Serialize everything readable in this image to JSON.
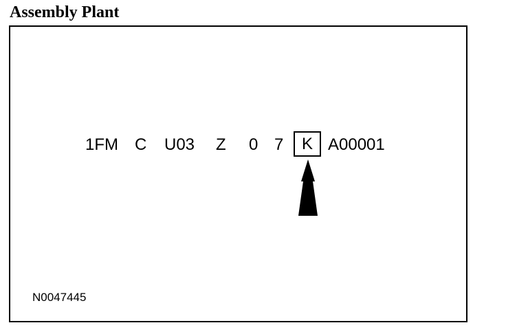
{
  "title": "Assembly Plant",
  "vin_segments": [
    "1FM",
    "C",
    "U03",
    "Z",
    "0",
    "7"
  ],
  "highlighted_segment": "K",
  "trailing_segment": "A00001",
  "figure_id": "N0047445",
  "icons": {
    "pointer": "up-arrow-icon"
  }
}
